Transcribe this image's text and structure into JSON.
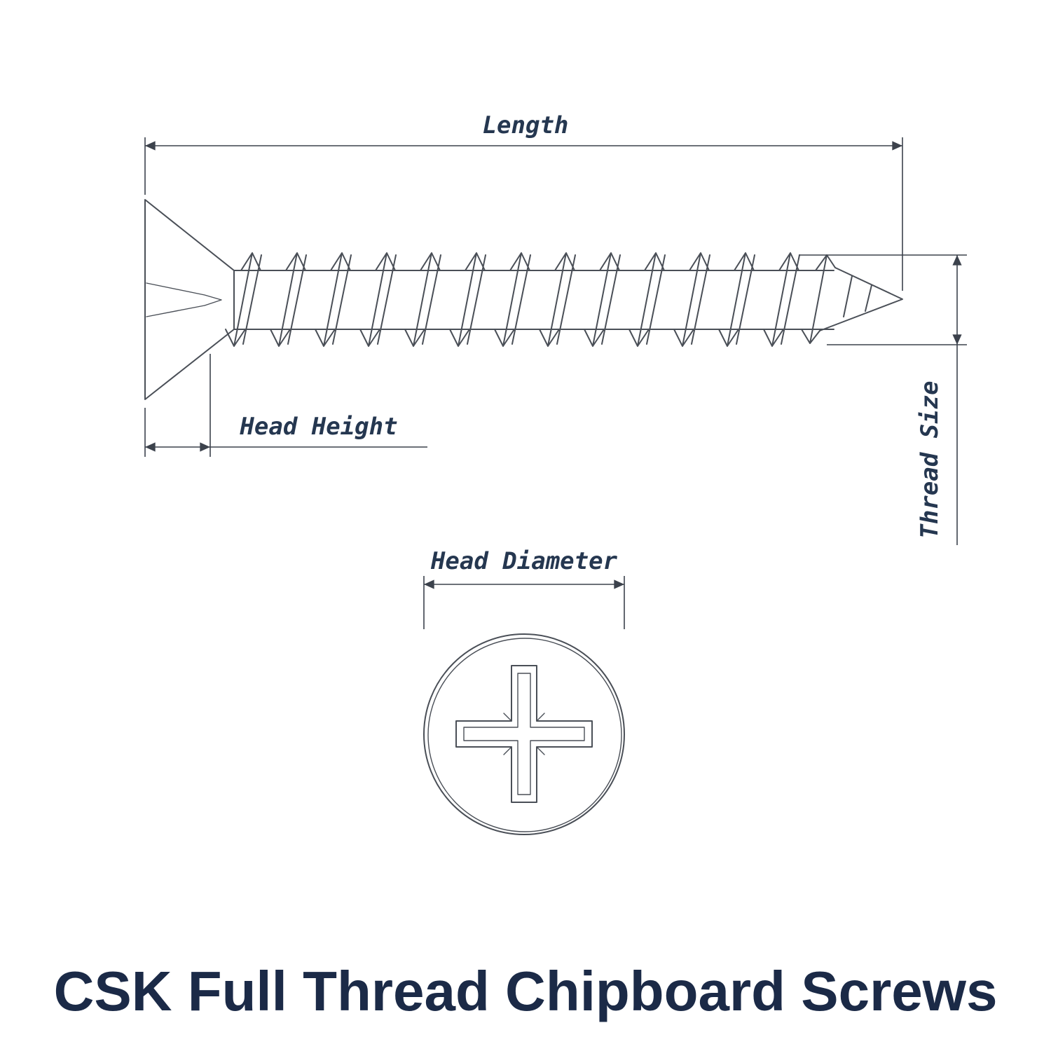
{
  "title": "CSK Full Thread Chipboard Screws",
  "labels": {
    "length": "Length",
    "head_height": "Head Height",
    "thread_size": "Thread Size",
    "head_diameter": "Head Diameter"
  },
  "colors": {
    "line": "#4a4f57",
    "dimension": "#3c424c",
    "label": "#253750",
    "title": "#1b2a47",
    "background": "#ffffff"
  }
}
